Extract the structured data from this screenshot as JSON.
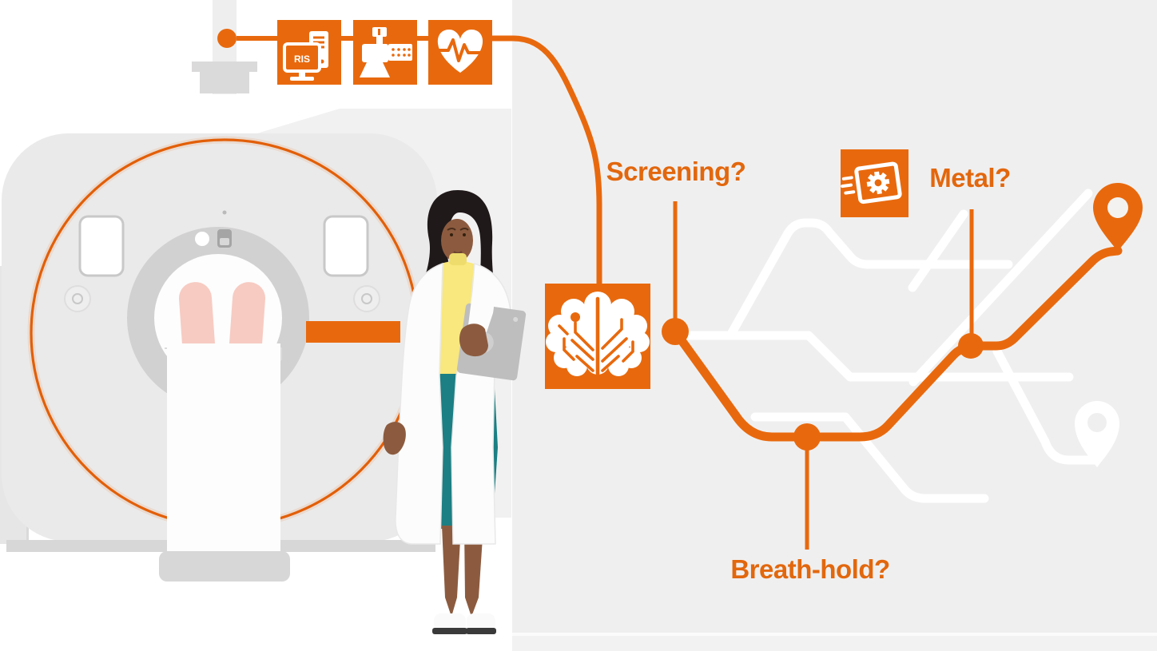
{
  "labels": {
    "screening": "Screening?",
    "metal": "Metal?",
    "breath_hold": "Breath-hold?",
    "ris": "RIS"
  },
  "icons": [
    "ris-workstation-icon",
    "contrast-injector-icon",
    "heart-ecg-icon",
    "ai-brain-icon",
    "metal-artifact-gear-icon",
    "location-pin-icon",
    "location-pin-outline-icon"
  ],
  "colors": {
    "accent_orange": "#E8690D",
    "label_text": "#E2670D",
    "right_panel": "#F0EFEF",
    "machine_body": "#EBEAEA",
    "machine_side": "#F2F1F1",
    "gantry_ring": "#D2D1D1",
    "base_gray": "#D8D7D7",
    "feet_pink": "#F7CBC2",
    "skin": "#8C5B3F",
    "hair": "#20191A",
    "top_yellow": "#F8E87D",
    "skirt_teal": "#1B7F83",
    "tablet_gray": "#BEBEBE",
    "route_white": "#FFFFFF"
  }
}
